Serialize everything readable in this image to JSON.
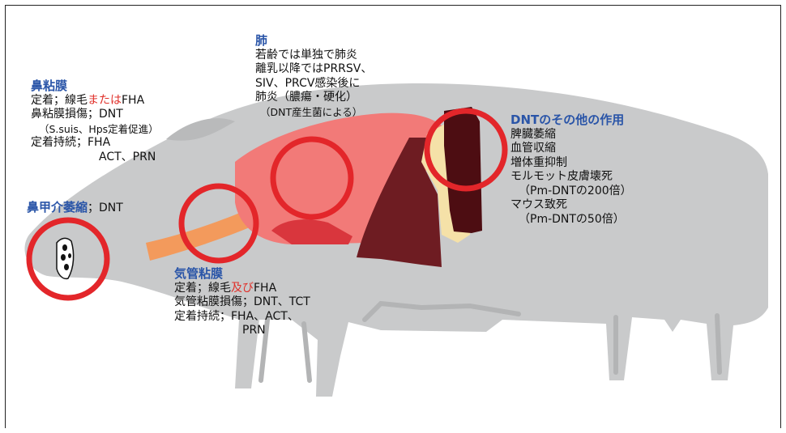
{
  "colors": {
    "heading": "#2a55a8",
    "highlight": "#e0302a",
    "circle": "#e3262a",
    "body": "#c9cacb",
    "lung": "#f27a78",
    "trachea": "#f39a5c",
    "liver": "#6e1c22",
    "spleen": "#4d0d12"
  },
  "nasal_mucosa": {
    "title": "鼻粘膜",
    "l1_pre": "定着；線毛",
    "l1_red": "または",
    "l1_post": "FHA",
    "l2": "鼻粘膜損傷；DNT",
    "l3": "（S.suis、Hps定着促進）",
    "l4": "定着持続；FHA",
    "l5": "ACT、PRN"
  },
  "turbinate": {
    "title": "鼻甲介萎縮",
    "value": "；DNT"
  },
  "lung": {
    "title": "肺",
    "l1": "若齢では単独で肺炎",
    "l2": "離乳以降ではPRRSV、",
    "l3": "SIV、PRCV感染後に",
    "l4": "肺炎（膿瘍・硬化）",
    "l5": "（DNT産生菌による）"
  },
  "trachea": {
    "title": "気管粘膜",
    "l1_pre": "定着；線毛",
    "l1_red": "及び",
    "l1_post": "FHA",
    "l2": "気管粘膜損傷；DNT、TCT",
    "l3": "定着持続；FHA、ACT、",
    "l4": "PRN"
  },
  "dnt_other": {
    "title": "DNTのその他の作用",
    "l1": "脾臓萎縮",
    "l2": "血管収縮",
    "l3": "増体重抑制",
    "l4": "モルモット皮膚壊死",
    "l5": "（Pm-DNTの200倍）",
    "l6": "マウス致死",
    "l7": "（Pm-DNTの50倍）"
  }
}
